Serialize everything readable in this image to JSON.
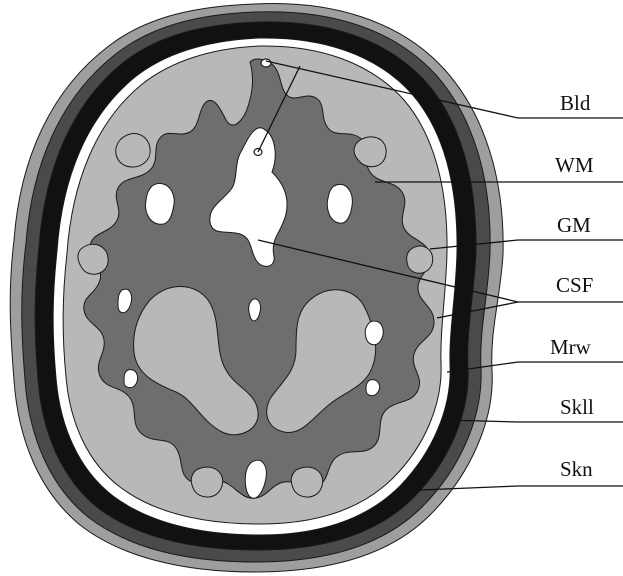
{
  "labels": {
    "bld": "Bld",
    "wm": "WM",
    "gm": "GM",
    "csf": "CSF",
    "mrw": "Mrw",
    "skll": "Skll",
    "skn": "Skn"
  },
  "colors": {
    "skin": "#9e9e9e",
    "skull_outer": "#4a4a4a",
    "marrow": "#111111",
    "csf": "#ffffff",
    "gray_matter": "#b8b8b8",
    "white_matter": "#6e6e6e",
    "blood": "#ffffff",
    "outline": "#1a1a1a"
  }
}
